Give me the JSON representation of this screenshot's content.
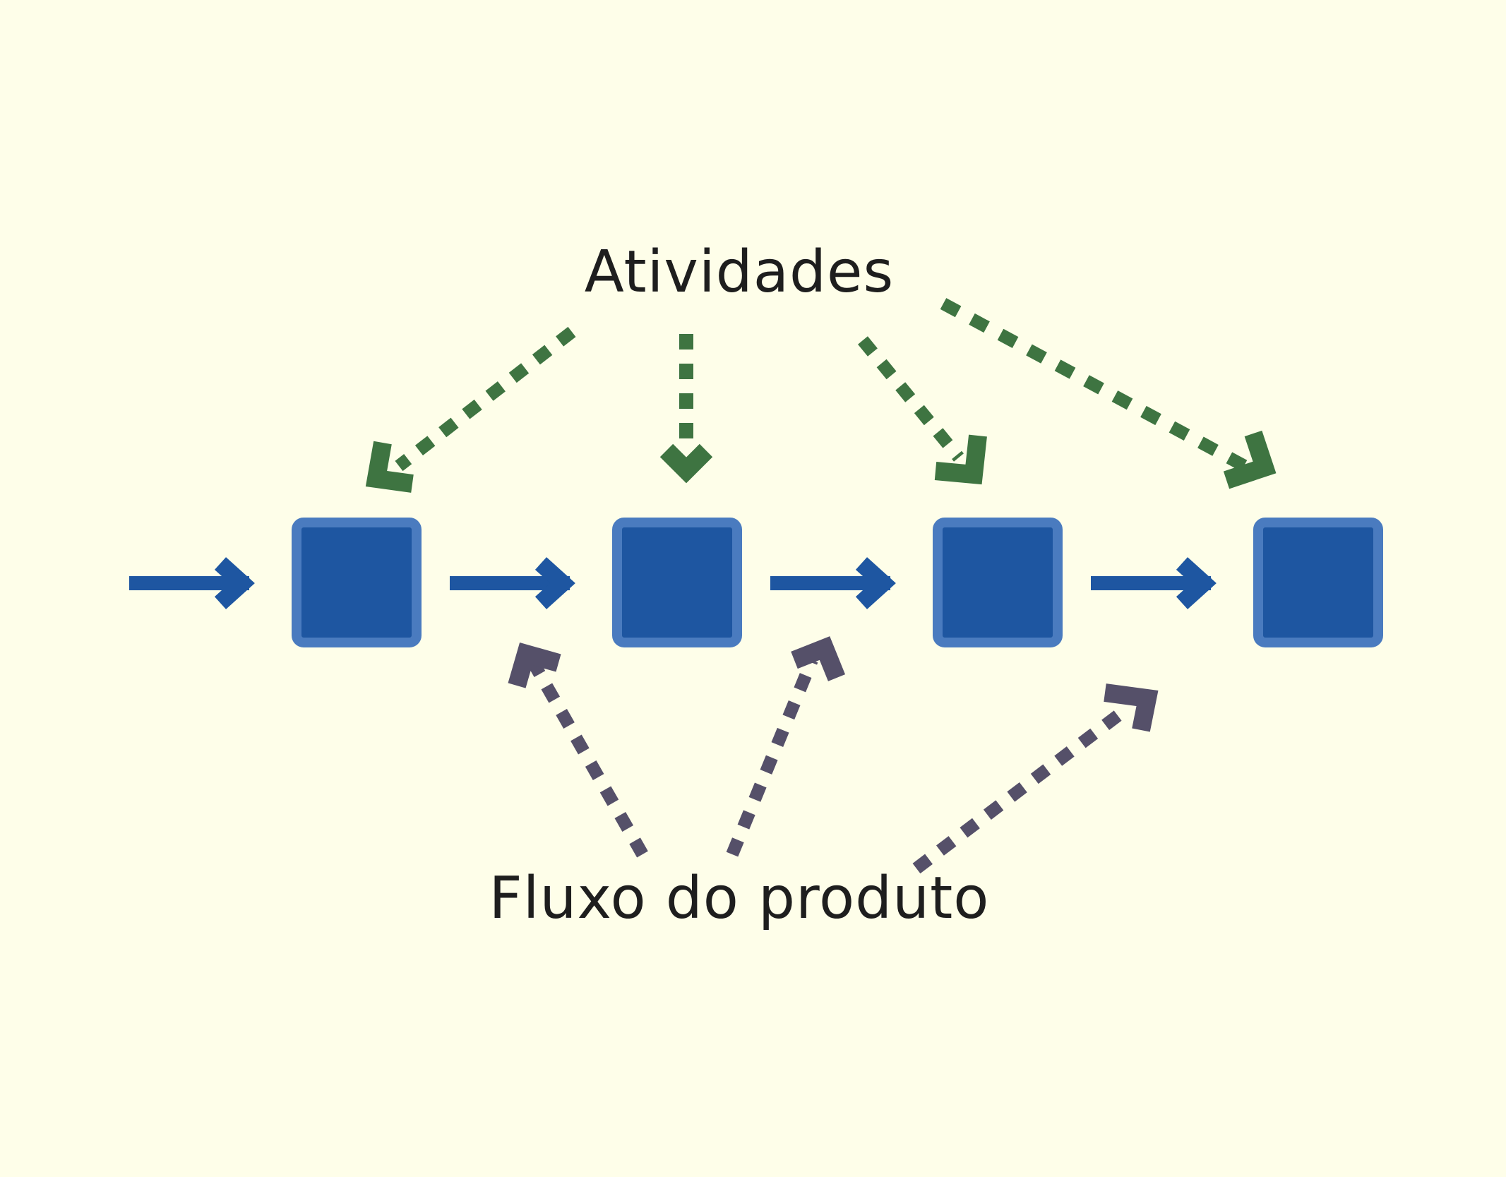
{
  "labels": {
    "activities": "Atividades",
    "product_flow": "Fluxo do produto"
  },
  "colors": {
    "background": "#fefee9",
    "process_box_fill": "#1e56a1",
    "process_box_border": "#4a7bbf",
    "flow_arrow": "#1e56a1",
    "activity_arrow": "#3e7441",
    "product_arrow": "#555069",
    "text": "#1e1e1e"
  },
  "diagram": {
    "process_steps": 4,
    "flow_arrows": 4,
    "activity_arrows": 4,
    "product_arrows": 3
  }
}
